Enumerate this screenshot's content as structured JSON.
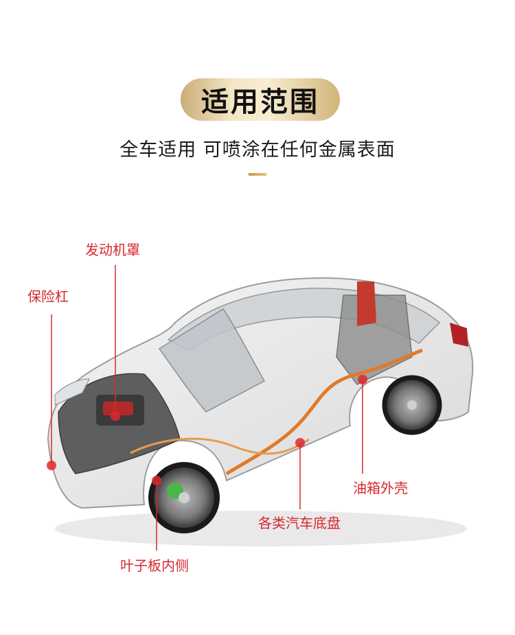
{
  "header": {
    "title": "适用范围",
    "subtitle": "全车适用  可喷涂在任何金属表面"
  },
  "callouts": {
    "engine_hood": "发动机罩",
    "bumper": "保险杠",
    "fuel_tank": "油箱外壳",
    "chassis": "各类汽车底盘",
    "fender": "叶子板内侧"
  },
  "colors": {
    "accent": "#d6282e",
    "gold": "#d4b77c",
    "text": "#111111"
  },
  "icons": {
    "illustration": "car-cutaway-illustration"
  }
}
